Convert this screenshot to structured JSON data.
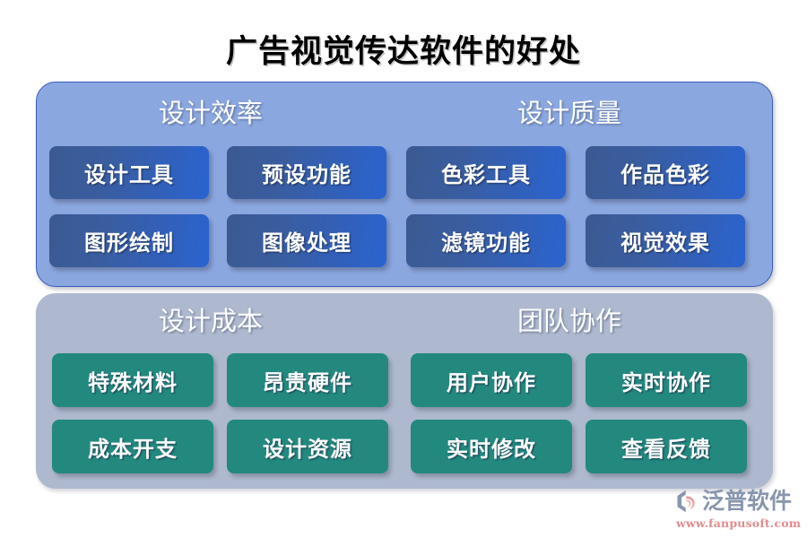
{
  "page": {
    "title": "广告视觉传达软件的好处",
    "background_color": "#ffffff"
  },
  "colors": {
    "panel_blue": "#8ba7e0",
    "panel_blue_border": "#3a5bbf",
    "panel_gray": "#aeb9cf",
    "card_blue_start": "#3b5a92",
    "card_blue_end": "#2a63cf",
    "card_green": "#23897f",
    "title_text": "#000000",
    "heading_text": "#ffffff",
    "logo_name": "#8795ad",
    "logo_url": "#e08b8b"
  },
  "panels": [
    {
      "id": "panel-benefits",
      "style": "blue",
      "sections": [
        {
          "heading": "设计效率",
          "cards": [
            "设计工具",
            "预设功能",
            "图形绘制",
            "图像处理"
          ]
        },
        {
          "heading": "设计质量",
          "cards": [
            "色彩工具",
            "作品色彩",
            "滤镜功能",
            "视觉效果"
          ]
        }
      ]
    },
    {
      "id": "panel-costs",
      "style": "gray",
      "sections": [
        {
          "heading": "设计成本",
          "cards": [
            "特殊材料",
            "昂贵硬件",
            "成本开支",
            "设计资源"
          ]
        },
        {
          "heading": "团队协作",
          "cards": [
            "用户协作",
            "实时协作",
            "实时修改",
            "查看反馈"
          ]
        }
      ]
    }
  ],
  "logo": {
    "mark": "fanpu-logo-icon",
    "name": "泛普软件",
    "url": "www.fanpusoft.com"
  }
}
